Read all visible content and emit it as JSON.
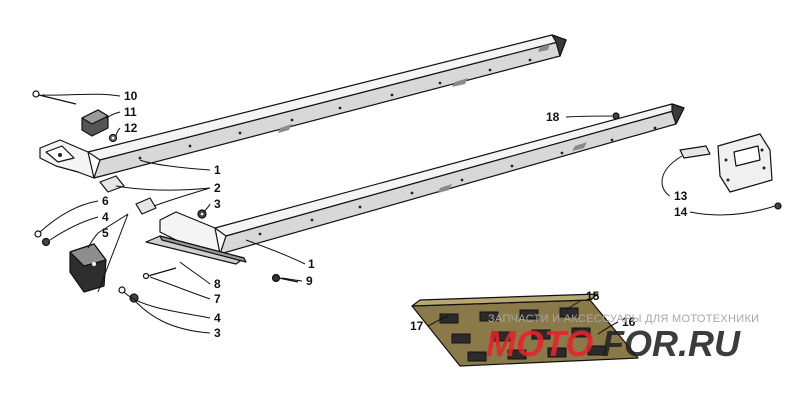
{
  "callouts": [
    {
      "id": "c10",
      "label": "10"
    },
    {
      "id": "c11",
      "label": "11"
    },
    {
      "id": "c12",
      "label": "12"
    },
    {
      "id": "c1a",
      "label": "1"
    },
    {
      "id": "c2",
      "label": "2"
    },
    {
      "id": "c3a",
      "label": "3"
    },
    {
      "id": "c6",
      "label": "6"
    },
    {
      "id": "c4a",
      "label": "4"
    },
    {
      "id": "c5",
      "label": "5"
    },
    {
      "id": "c8",
      "label": "8"
    },
    {
      "id": "c7",
      "label": "7"
    },
    {
      "id": "c4b",
      "label": "4"
    },
    {
      "id": "c3b",
      "label": "3"
    },
    {
      "id": "c1b",
      "label": "1"
    },
    {
      "id": "c9",
      "label": "9"
    },
    {
      "id": "c18",
      "label": "18"
    },
    {
      "id": "c13",
      "label": "13"
    },
    {
      "id": "c14",
      "label": "14"
    },
    {
      "id": "c15",
      "label": "15"
    },
    {
      "id": "c16",
      "label": "16"
    },
    {
      "id": "c17",
      "label": "17"
    }
  ],
  "watermark": {
    "tagline": "ЗАПЧАСТИ И АКСЕССУАРЫ ДЛЯ МОТОТЕХНИКИ",
    "brand_a": "MOTO",
    "brand_b": "FOR.RU"
  }
}
